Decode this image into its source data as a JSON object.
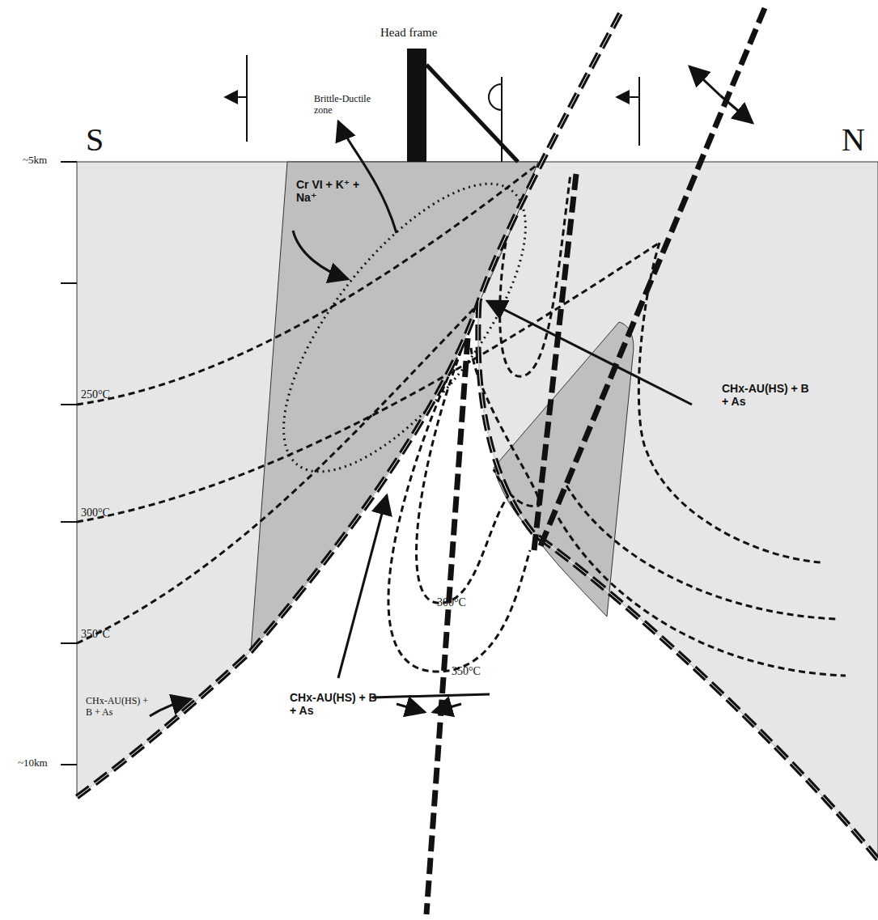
{
  "diagram": {
    "labels": [
      "Head frame",
      "S",
      "N",
      "~5km",
      "Brittle-Ductile zone",
      "Cr VI + K⁺ + Na⁺",
      "250°C",
      "300°C",
      "350°C",
      "CHx-AU(HS) + B + As",
      "300°C",
      "350°C",
      "CHx-AU(HS) + B + As",
      "CHx-AU(HS) + B + As",
      "~10km"
    ]
  }
}
